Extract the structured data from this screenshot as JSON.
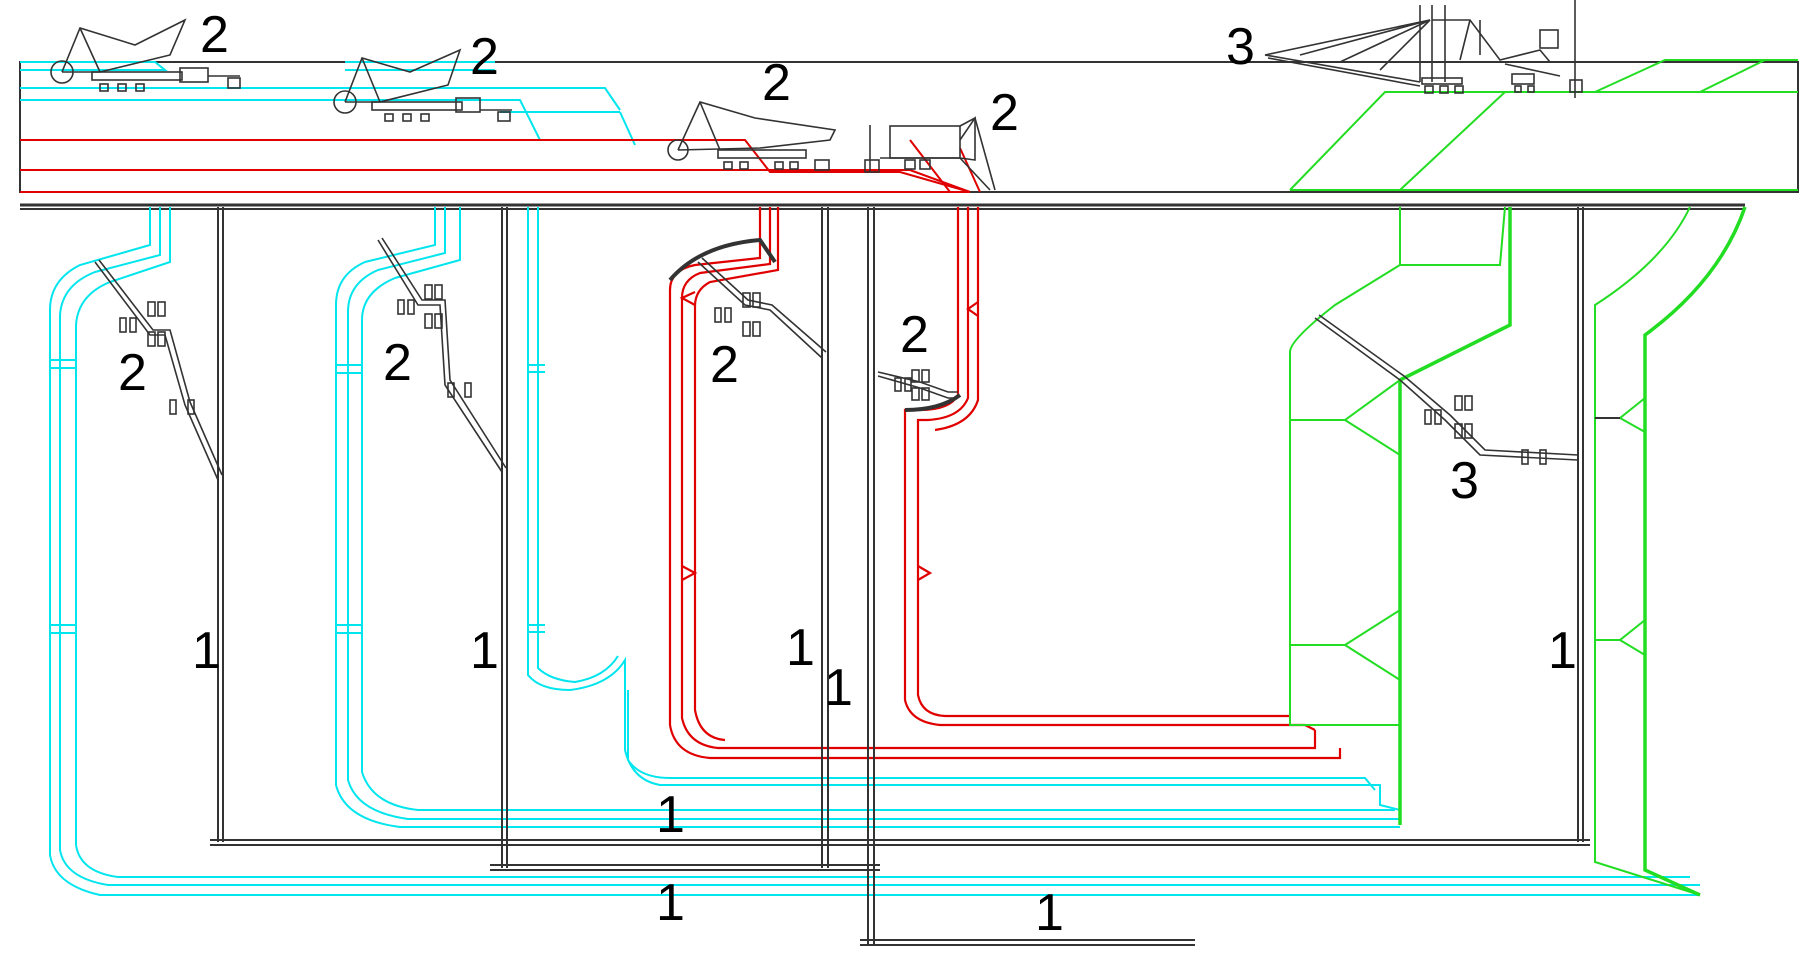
{
  "colors": {
    "background": "#ffffff",
    "structure": "#333333",
    "system_cyan": "#00e5ee",
    "system_red": "#e00000",
    "system_green": "#22dd22",
    "label": "#000000"
  },
  "icons": {
    "excavator": "dragline-excavator-icon",
    "spreader": "spreader-stacker-icon",
    "bucket_wheel": "bucket-wheel-icon",
    "conveyor_drive": "conveyor-drive-icon"
  },
  "labels": {
    "conveyor_1": "1",
    "machine_2": "2",
    "machine_3": "3"
  }
}
